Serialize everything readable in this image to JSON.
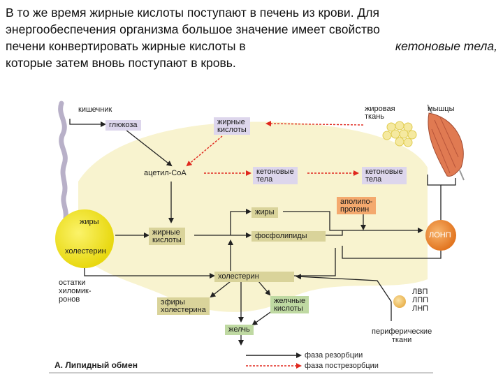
{
  "intro": {
    "line1": "В то же время жирные кислоты поступают в печень из крови. Для",
    "line2": "энергообеспечения организма большое значение имеет свойство",
    "line3_a": "печени конвертировать жирные кислоты в",
    "line3_em": "кетоновые тела,",
    "line4": "которые затем вновь поступают в кровь."
  },
  "diagram": {
    "kishechnik": "кишечник",
    "glukoza": "глюкоза",
    "zhirnye_kisloty_top": [
      "жирные",
      "кислоты"
    ],
    "zhirovaya_tkan": [
      "жировая",
      "ткань"
    ],
    "myshcy": "мышцы",
    "acetyl_coa": "ацетил-CoA",
    "ketonovye_tela_1": [
      "кетоновые",
      "тела"
    ],
    "ketonovye_tela_2": [
      "кетоновые",
      "тела"
    ],
    "apolipoprotein": [
      "аполипо-",
      "протеин"
    ],
    "zhiry_mid": "жиры",
    "zhiry_left": "жиры",
    "holesterin_left": "холестерин",
    "zhirnye_kisloty_mid": [
      "жирные",
      "кислоты"
    ],
    "fosfolipidy": "фосфолипиды",
    "lonp": "ЛОНП",
    "ostatki": [
      "остатки",
      "хиломик-",
      "ронов"
    ],
    "holesterin_center": "холестерин",
    "efiry": [
      "эфиры",
      "холестерина"
    ],
    "zhelchnye": [
      "желчные",
      "кислоты"
    ],
    "zhelch": "желчь",
    "lipoproteins": [
      "ЛВП",
      "ЛПП",
      "ЛНП"
    ],
    "perifericheskie": [
      "периферические",
      "ткани"
    ],
    "legend_resorption": "фаза резорбции",
    "legend_postresorption": "фаза пострезорбции",
    "caption": "А. Липидный обмен"
  },
  "colors": {
    "resorption_arrow": "#222222",
    "postresorption_arrow": "#e0281e",
    "liver_bg": "#f8f3cf",
    "yellow_ball": "#f5e81c",
    "lonp_ball": "#ef8a2c"
  }
}
